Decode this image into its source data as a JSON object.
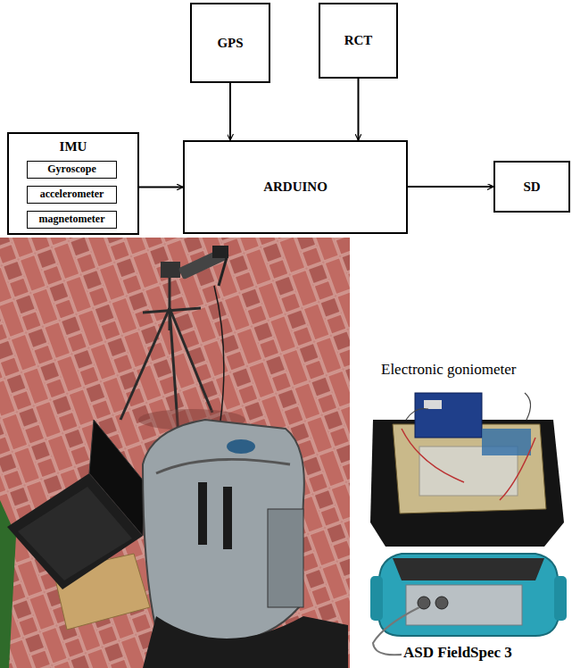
{
  "diagram": {
    "nodes": [
      {
        "text": [
          "GPS"
        ]
      },
      {
        "text": [
          "RCT"
        ]
      },
      {
        "text": [
          "IMU"
        ]
      },
      {
        "text": [
          "Gyroscope"
        ],
        "in": 2
      },
      {
        "text": [
          "accelerometer"
        ],
        "in": 2
      },
      {
        "text": [
          "magnetometer"
        ],
        "in": 2
      },
      {
        "text": [
          "ARDUINO"
        ]
      },
      {
        "text": [
          "SD"
        ]
      }
    ],
    "edges": [
      {
        "from": 0,
        "to": 6,
        "arrow": "to"
      },
      {
        "from": 1,
        "to": 6,
        "arrow": "to"
      },
      {
        "from": 2,
        "to": 6,
        "arrow": "to"
      },
      {
        "from": 6,
        "to": 7,
        "arrow": "to"
      }
    ],
    "labels": [
      "Electronic goniometer",
      "ASD FieldSpec 3"
    ]
  }
}
